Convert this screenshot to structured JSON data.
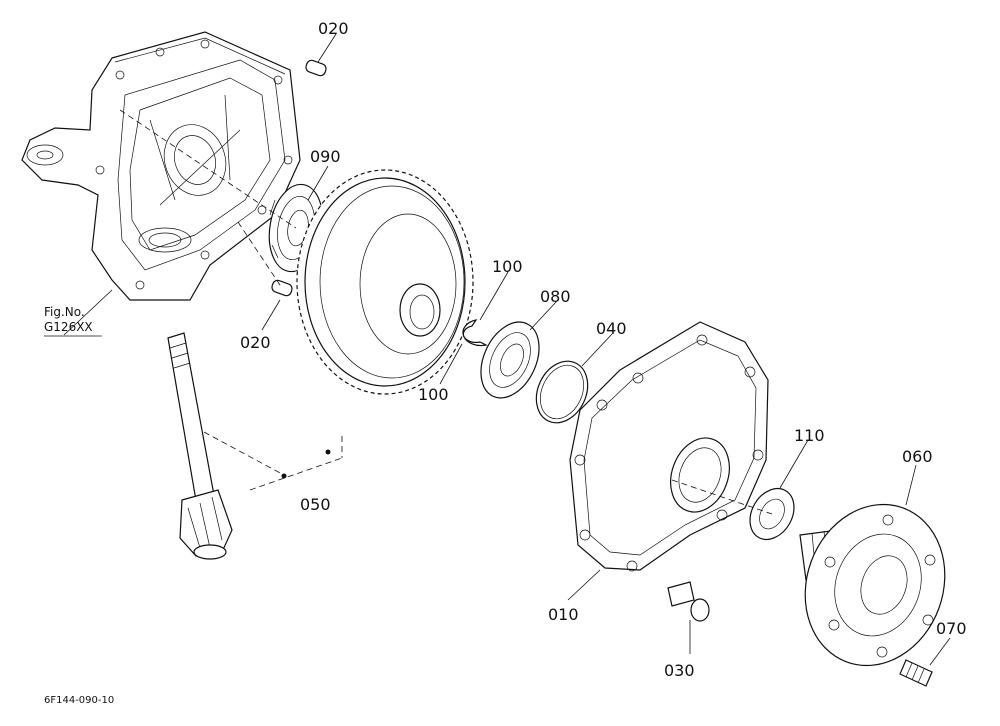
{
  "parts": [
    {
      "id": "p020a",
      "label": "020"
    },
    {
      "id": "p090",
      "label": "090"
    },
    {
      "id": "p020b",
      "label": "020"
    },
    {
      "id": "p100a",
      "label": "100"
    },
    {
      "id": "p100b",
      "label": "100"
    },
    {
      "id": "p080",
      "label": "080"
    },
    {
      "id": "p040",
      "label": "040"
    },
    {
      "id": "p050",
      "label": "050"
    },
    {
      "id": "p110",
      "label": "110"
    },
    {
      "id": "p060",
      "label": "060"
    },
    {
      "id": "p010",
      "label": "010"
    },
    {
      "id": "p030",
      "label": "030"
    },
    {
      "id": "p070",
      "label": "070"
    }
  ],
  "reference": {
    "line1": "Fig.No.",
    "line2": "G126XX"
  },
  "drawing_code": "6F144-090-10"
}
